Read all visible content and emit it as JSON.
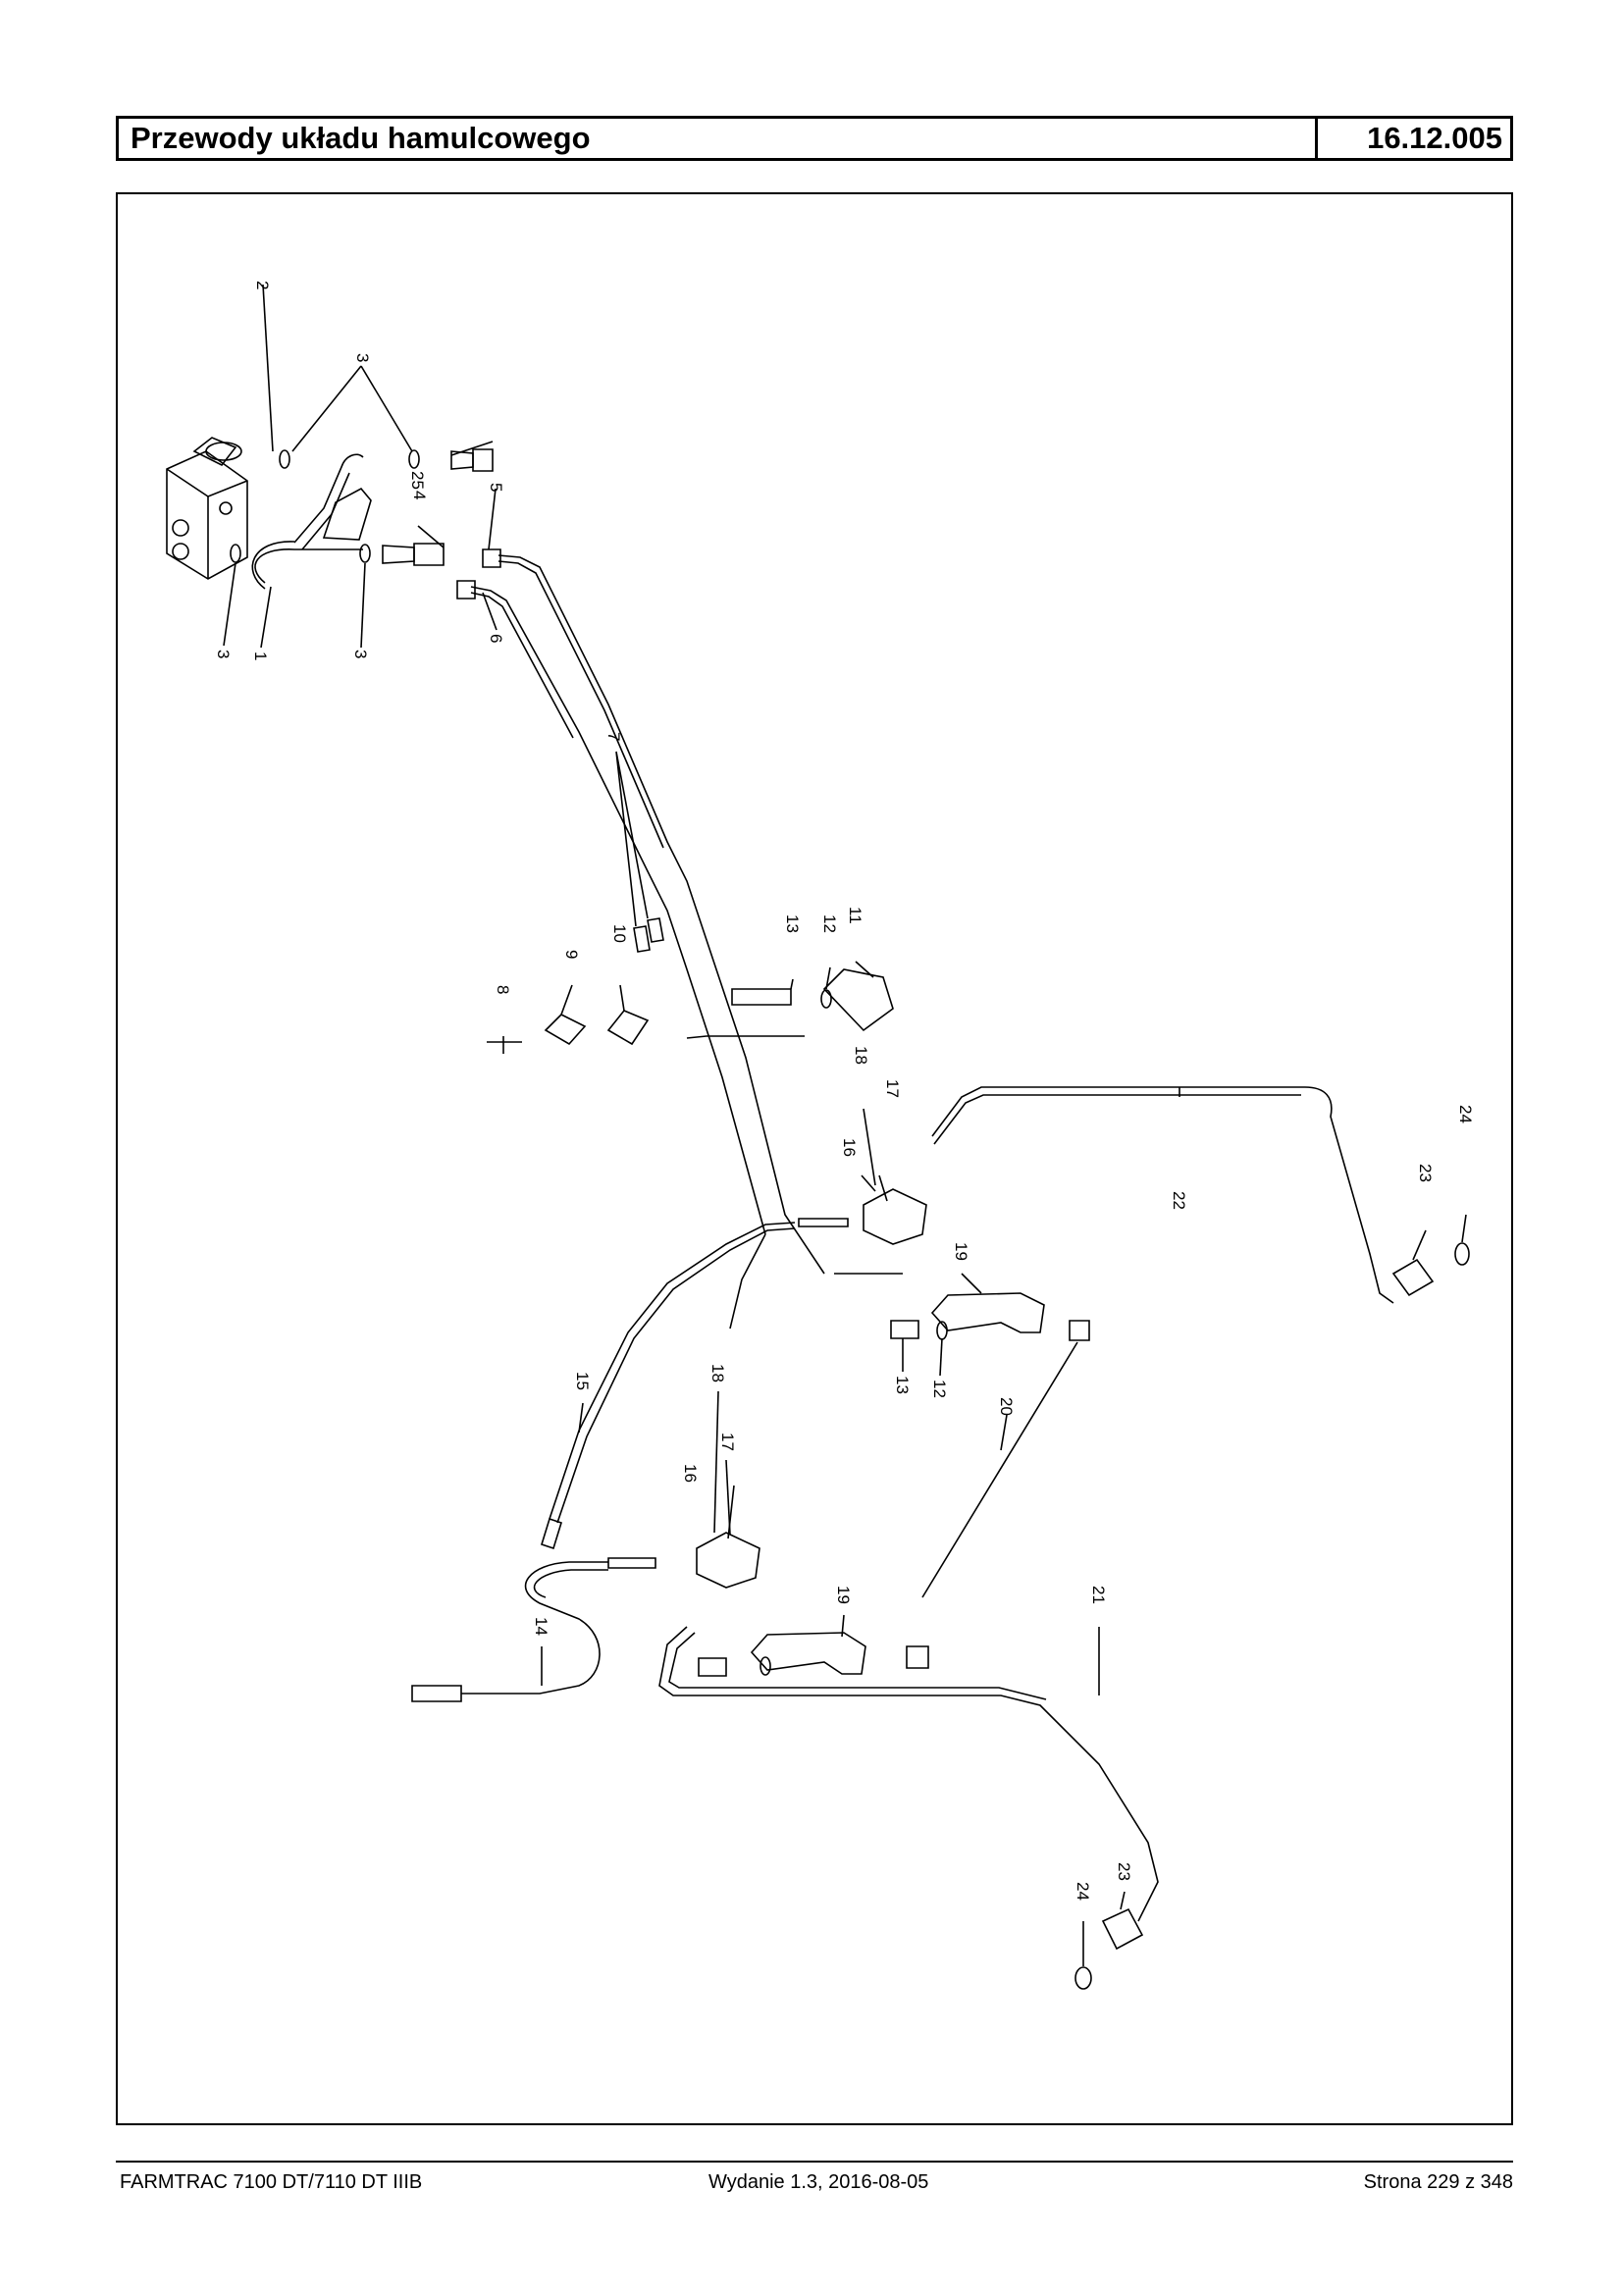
{
  "header": {
    "title": "Przewody układu hamulcowego",
    "code": "16.12.005"
  },
  "diagram": {
    "callouts": [
      "1",
      "2",
      "3",
      "3",
      "3",
      "4",
      "5",
      "6",
      "7",
      "8",
      "9",
      "10",
      "11",
      "12",
      "12",
      "13",
      "13",
      "14",
      "15",
      "16",
      "16",
      "17",
      "17",
      "18",
      "18",
      "19",
      "19",
      "20",
      "21",
      "22",
      "23",
      "23",
      "24",
      "24",
      "25"
    ]
  },
  "footer": {
    "left": "FARMTRAC 7100 DT/7110 DT IIIB",
    "center": "Wydanie 1.3,  2016-08-05",
    "right": "Strona 229 z 348"
  }
}
